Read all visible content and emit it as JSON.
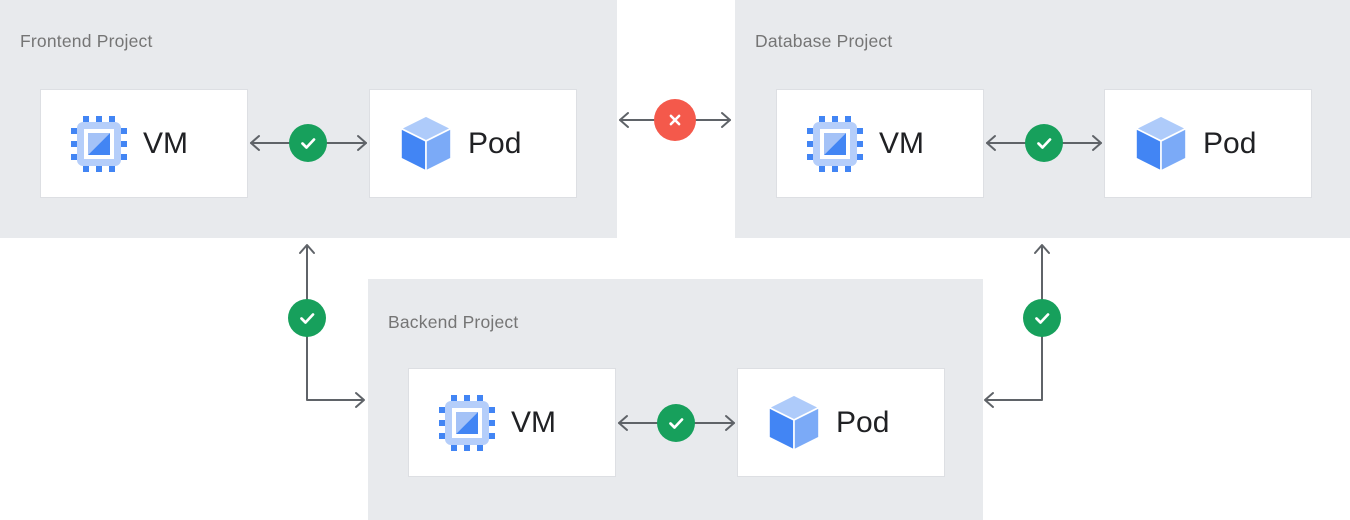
{
  "projects": {
    "frontend": {
      "title": "Frontend Project",
      "vm_label": "VM",
      "pod_label": "Pod"
    },
    "database": {
      "title": "Database Project",
      "vm_label": "VM",
      "pod_label": "Pod"
    },
    "backend": {
      "title": "Backend Project",
      "vm_label": "VM",
      "pod_label": "Pod"
    }
  },
  "connections": [
    {
      "id": "frontend-vm-pod",
      "from": "Frontend VM",
      "to": "Frontend Pod",
      "status": "allowed"
    },
    {
      "id": "database-vm-pod",
      "from": "Database VM",
      "to": "Database Pod",
      "status": "allowed"
    },
    {
      "id": "backend-vm-pod",
      "from": "Backend VM",
      "to": "Backend Pod",
      "status": "allowed"
    },
    {
      "id": "frontend-database",
      "from": "Frontend Project",
      "to": "Database Project",
      "status": "blocked"
    },
    {
      "id": "frontend-backend",
      "from": "Frontend Project",
      "to": "Backend Project",
      "status": "allowed"
    },
    {
      "id": "backend-database",
      "from": "Backend Project",
      "to": "Database Project",
      "status": "allowed"
    }
  ],
  "icons": {
    "vm": "chip-icon",
    "pod": "cube-icon",
    "allowed": "check-icon",
    "blocked": "x-icon"
  },
  "colors": {
    "panel_bg": "#E8EAED",
    "node_bg": "#FFFFFF",
    "node_border": "#DDDFE3",
    "arrow": "#5F6368",
    "allowed_green": "#17A05C",
    "blocked_red": "#F4594B",
    "title_text": "#757575",
    "label_text": "#202124",
    "icon_blue": "#4285F4",
    "icon_blue_light": "#AECBFA",
    "icon_blue_mid": "#7BAAF7"
  }
}
